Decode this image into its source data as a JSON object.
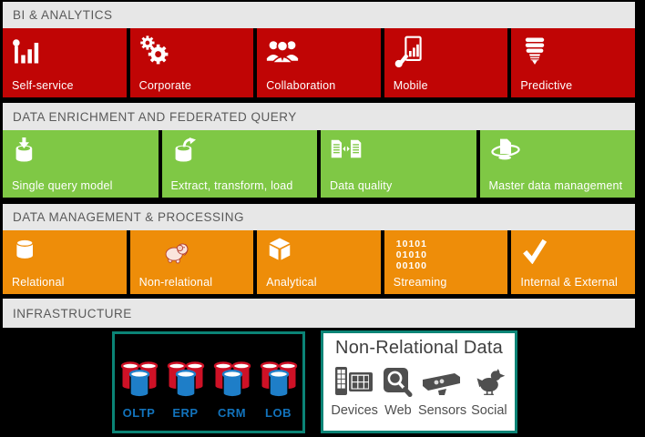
{
  "colors": {
    "red": "#C00505",
    "green": "#7FC845",
    "orange": "#EE8D09",
    "header_bg": "#E7E7E7",
    "header_text": "#5A5A5A",
    "tile_text": "#FFFFFF",
    "teal": "#0B8476",
    "icon_gray": "#4F4F4F",
    "db_red": "#CE1126",
    "db_blue": "#1E7EC8",
    "label_blue": "#1273BC"
  },
  "sections": [
    {
      "title": "BI & ANALYTICS",
      "tiles": [
        {
          "label": "Self-service",
          "icon": "bar-chart-icon"
        },
        {
          "label": "Corporate",
          "icon": "gears-icon"
        },
        {
          "label": "Collaboration",
          "icon": "people-icon"
        },
        {
          "label": "Mobile",
          "icon": "touch-device-icon"
        },
        {
          "label": "Predictive",
          "icon": "cfl-bulb-icon"
        }
      ]
    },
    {
      "title": "DATA ENRICHMENT AND FEDERATED QUERY",
      "tiles": [
        {
          "label": "Single query model",
          "icon": "cylinder-down-arrow-icon"
        },
        {
          "label": "Extract, transform, load",
          "icon": "cylinder-out-arrow-icon"
        },
        {
          "label": "Data quality",
          "icon": "documents-compare-icon"
        },
        {
          "label": "Master data management",
          "icon": "document-orbit-icon"
        }
      ]
    },
    {
      "title": "DATA MANAGEMENT & PROCESSING",
      "tiles": [
        {
          "label": "Relational",
          "icon": "database-cylinder-icon"
        },
        {
          "label": "Non-relational",
          "icon": "hadoop-elephant-icon"
        },
        {
          "label": "Analytical",
          "icon": "cube-icon"
        },
        {
          "label": "Streaming",
          "icon": "binary-digits-icon",
          "icon_lines": [
            "10101",
            "01010",
            "00100"
          ]
        },
        {
          "label": "Internal & External",
          "icon": "checkmark-icon"
        }
      ]
    },
    {
      "title": "INFRASTRUCTURE"
    }
  ],
  "infrastructure": {
    "relational_box": {
      "labels": [
        "OLTP",
        "ERP",
        "CRM",
        "LOB"
      ]
    },
    "non_relational_box": {
      "title": "Non-Relational Data",
      "items": [
        "Devices",
        "Web",
        "Sensors",
        "Social"
      ]
    }
  }
}
